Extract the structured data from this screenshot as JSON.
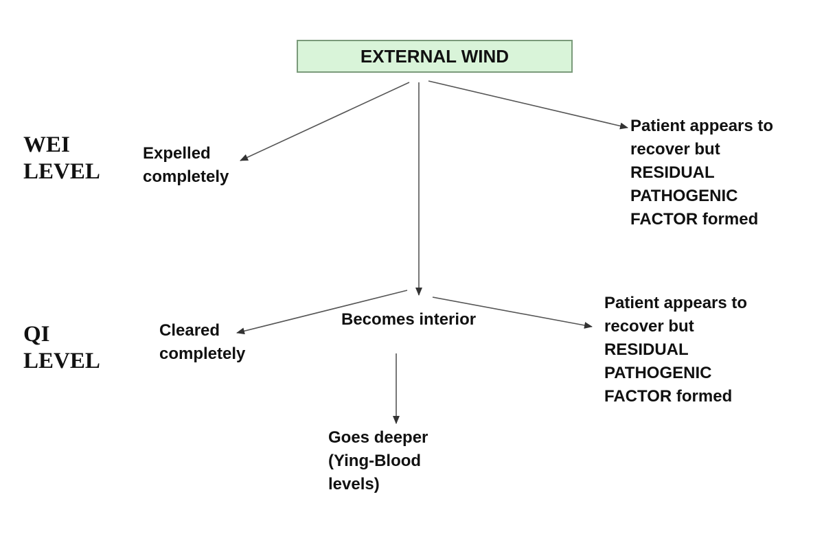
{
  "top_node": {
    "label": "EXTERNAL WIND"
  },
  "levels": {
    "wei": [
      "WEI",
      "LEVEL"
    ],
    "qi": [
      "QI",
      "LEVEL"
    ]
  },
  "wei_level": {
    "expelled": [
      "Expelled",
      "completely"
    ],
    "residual": [
      "Patient appears to",
      "recover but",
      "RESIDUAL",
      "PATHOGENIC",
      "FACTOR formed"
    ]
  },
  "qi_level": {
    "becomes_interior": "Becomes interior",
    "cleared": [
      "Cleared",
      "completely"
    ],
    "residual": [
      "Patient appears to",
      "recover but",
      "RESIDUAL",
      "PATHOGENIC",
      "FACTOR formed"
    ]
  },
  "deeper": [
    "Goes deeper",
    "(Ying-Blood",
    "levels)"
  ],
  "colors": {
    "box_fill": "#d9f4d9",
    "box_border": "#7a9a7a",
    "text": "#111111",
    "arrow": "#555555"
  }
}
